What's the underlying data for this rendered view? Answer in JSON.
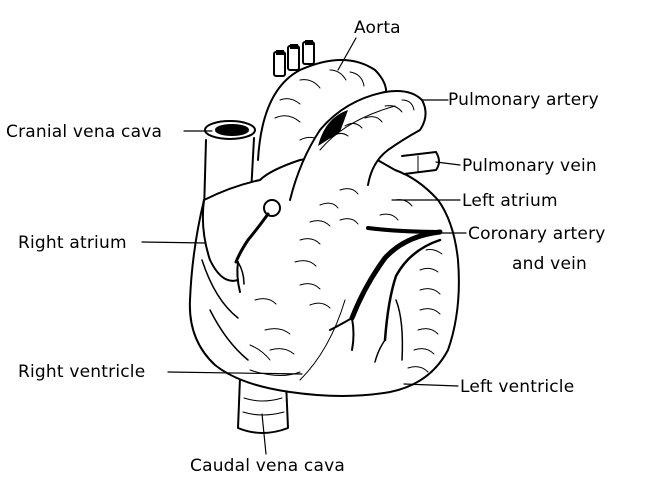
{
  "labels": {
    "aorta": "Aorta",
    "pulmonary_artery": "Pulmonary artery",
    "cranial_vena_cava": "Cranial vena cava",
    "pulmonary_vein": "Pulmonary vein",
    "left_atrium": "Left atrium",
    "right_atrium": "Right atrium",
    "coronary_line1": "Coronary artery",
    "coronary_line2": "and vein",
    "right_ventricle": "Right ventricle",
    "left_ventricle": "Left ventricle",
    "caudal_vena_cava": "Caudal vena cava"
  }
}
